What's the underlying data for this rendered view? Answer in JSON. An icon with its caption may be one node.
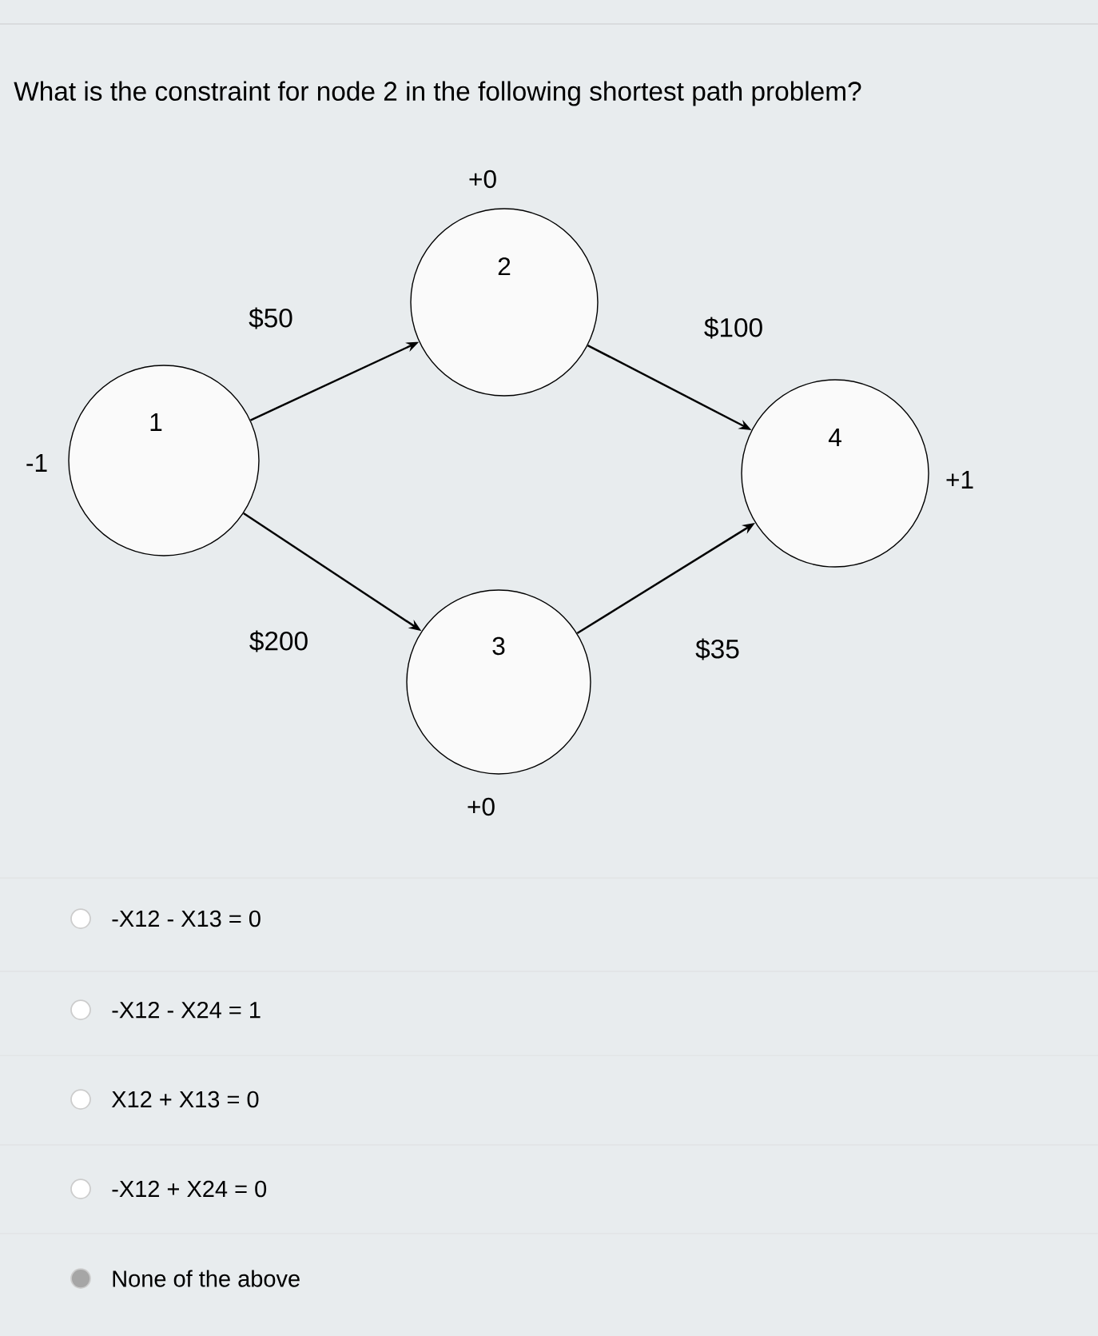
{
  "diagram": {
    "title": "What is the constraint for node 2 in the following shortest path problem?",
    "nodes": [
      {
        "text": [
          "1"
        ],
        "beside": [
          "-1"
        ]
      },
      {
        "text": [
          "2"
        ],
        "beside": [
          "+0"
        ]
      },
      {
        "text": [
          "3"
        ],
        "beside": [
          "+0"
        ]
      },
      {
        "text": [
          "4"
        ],
        "beside": [
          "+1"
        ]
      }
    ],
    "edges": [
      {
        "from": 0,
        "to": 1,
        "arrow": "to",
        "label": "$50"
      },
      {
        "from": 0,
        "to": 2,
        "arrow": "to",
        "label": "$200"
      },
      {
        "from": 1,
        "to": 3,
        "arrow": "to",
        "label": "$100"
      },
      {
        "from": 2,
        "to": 3,
        "arrow": "to",
        "label": "$35"
      }
    ],
    "labels": [
      "-X12 - X13 = 0",
      "-X12 - X24 = 1",
      "X12 + X13 = 0",
      "-X12 + X24 = 0",
      "None of the above"
    ]
  }
}
